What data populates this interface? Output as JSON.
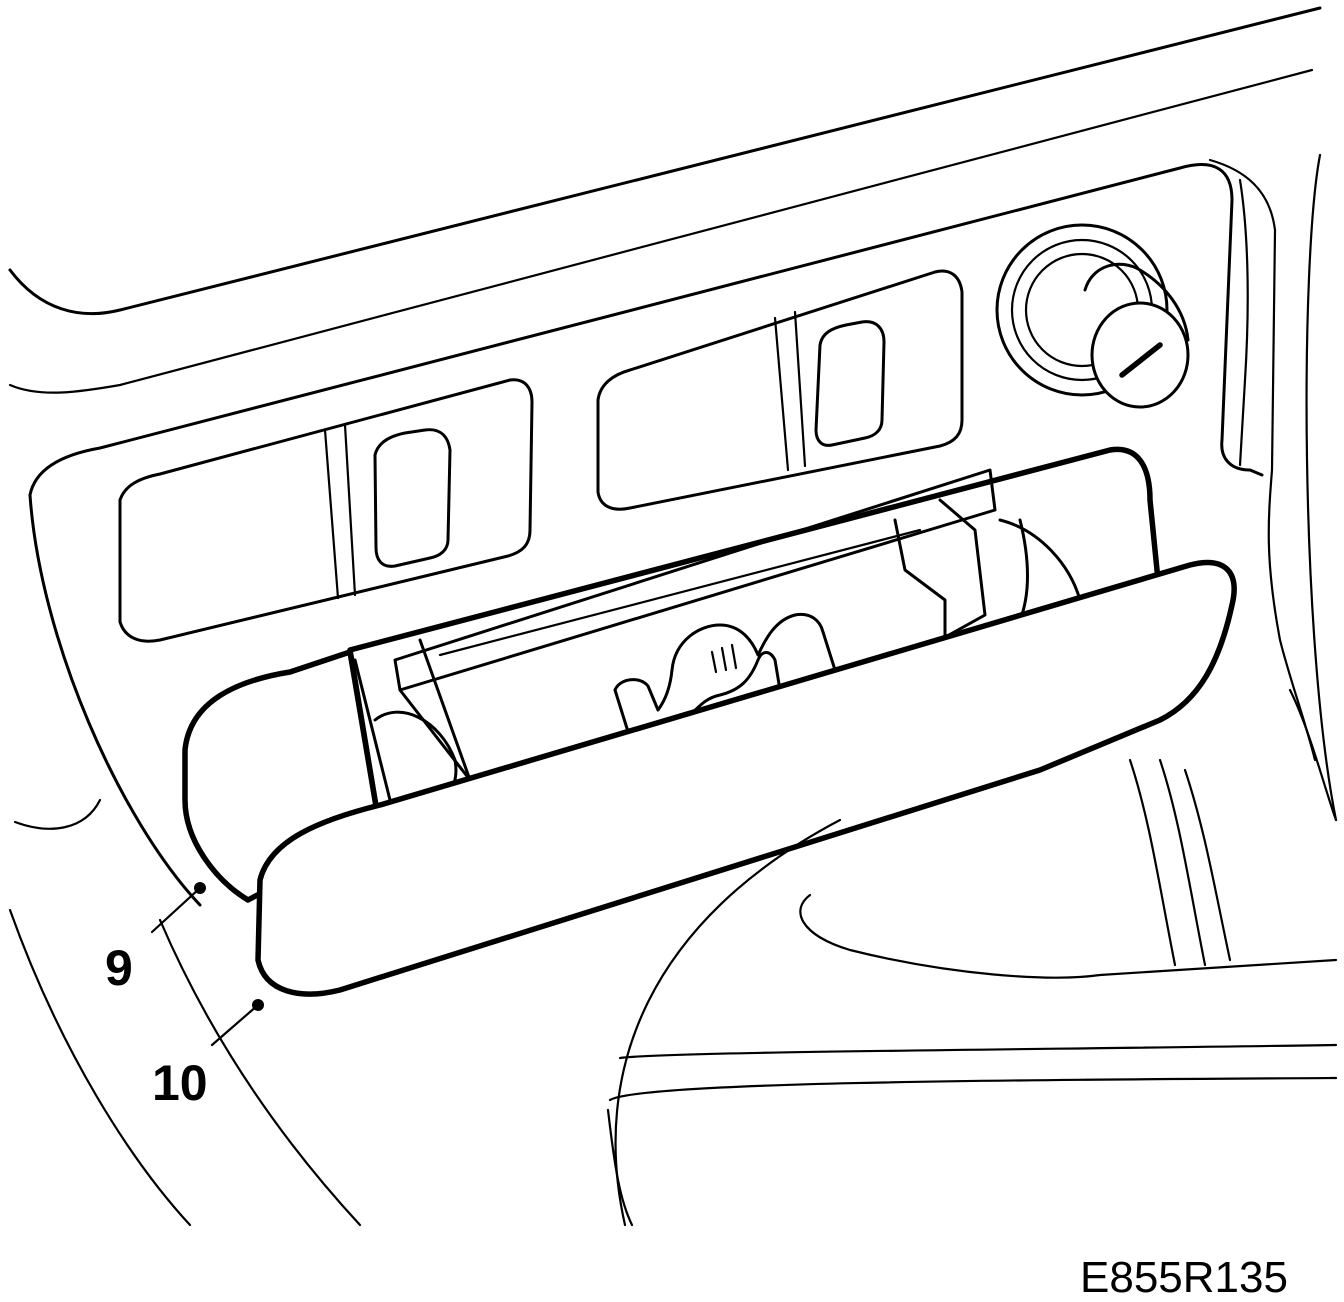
{
  "figure": {
    "figure_id": "E855R135",
    "callouts": [
      {
        "label": "9",
        "target": "ashtray-housing"
      },
      {
        "label": "10",
        "target": "ashtray-front-cover"
      }
    ]
  }
}
